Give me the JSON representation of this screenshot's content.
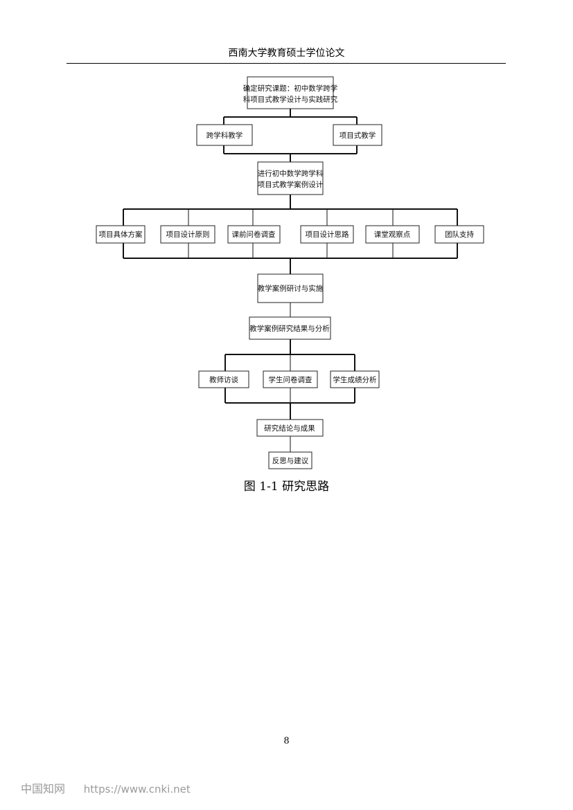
{
  "header": {
    "title": "西南大学教育硕士学位论文"
  },
  "diagram": {
    "nodes": {
      "topic": [
        "确定研究课题：初中数学跨学",
        "科项目式教学设计与实践研究"
      ],
      "interdisciplinary": [
        "跨学科教学"
      ],
      "project_based": [
        "项目式教学"
      ],
      "case_design": [
        "进行初中数学跨学科",
        "项目式教学案例设计"
      ],
      "plan": [
        "项目具体方案"
      ],
      "principles": [
        "项目设计原则"
      ],
      "pre_survey": [
        "课前问卷调查"
      ],
      "design_ideas": [
        "项目设计思路"
      ],
      "observation": [
        "课堂观察点"
      ],
      "team_support": [
        "团队支持"
      ],
      "implementation": [
        "教学案例研讨与实施"
      ],
      "results": [
        "教学案例研究结果与分析"
      ],
      "teacher_interview": [
        "教师访谈"
      ],
      "student_survey": [
        "学生问卷调查"
      ],
      "score_analysis": [
        "学生成绩分析"
      ],
      "conclusion": [
        "研究结论与成果"
      ],
      "reflection": [
        "反思与建议"
      ]
    }
  },
  "caption": "图 1-1 研究思路",
  "page_number": "8",
  "footer": {
    "site": "中国知网",
    "url": "https://www.cnki.net"
  }
}
